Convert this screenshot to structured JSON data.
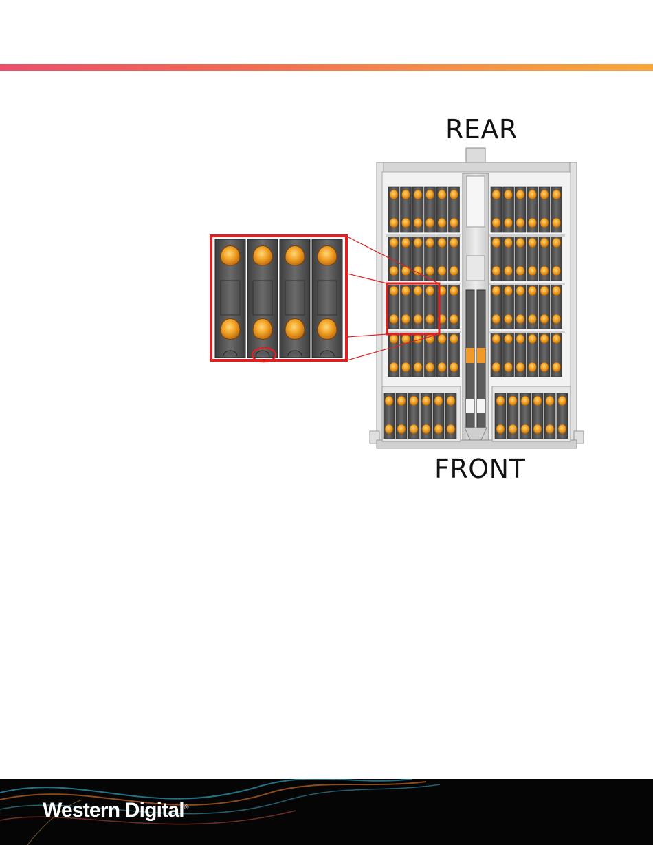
{
  "header": {
    "accent_gradient": [
      "#e8506a",
      "#f4a63a"
    ]
  },
  "diagram": {
    "label_rear": "REAR",
    "label_front": "FRONT",
    "drive_color": "#f0a020",
    "highlight_color": "#e02020",
    "sled_color": "#5a5a5a"
  },
  "footer": {
    "brand": "Western Digital",
    "brand_mark": "®",
    "background": "#050505"
  }
}
